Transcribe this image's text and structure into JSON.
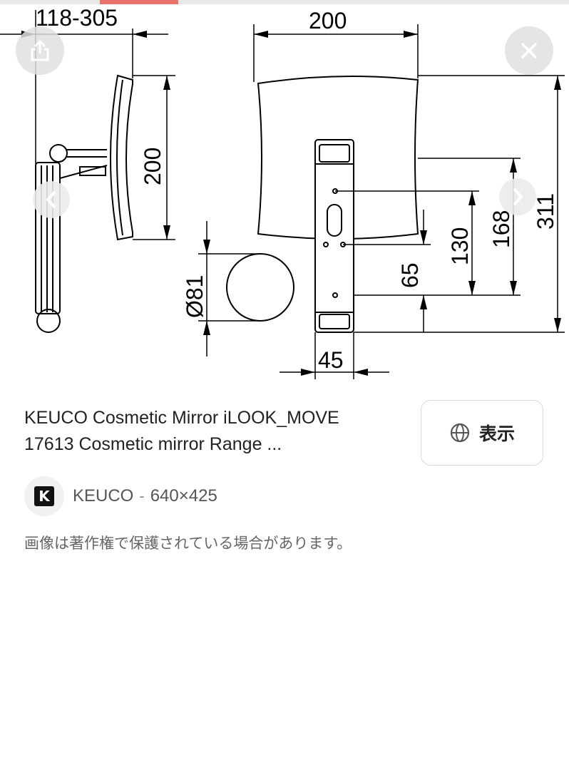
{
  "viewer": {
    "dimension_labels": {
      "top_left": "118-305",
      "top_width": "200",
      "side_height": "200",
      "diameter": "Ø81",
      "height_65": "65",
      "height_130": "130",
      "height_168": "168",
      "height_311": "311",
      "bottom_width": "45"
    }
  },
  "result": {
    "title_line1": "KEUCO Cosmetic Mirror iLOOK_MOVE",
    "title_line2": "17613 Cosmetic mirror Range ...",
    "view_label": "表示",
    "source_initial": "K",
    "source_name": "KEUCO",
    "separator": "-",
    "image_size": "640×425",
    "copyright_notice": "画像は著作権で保護されている場合があります。"
  },
  "colors": {
    "accent": "#e8726e",
    "text": "#222222",
    "muted": "#666666"
  }
}
